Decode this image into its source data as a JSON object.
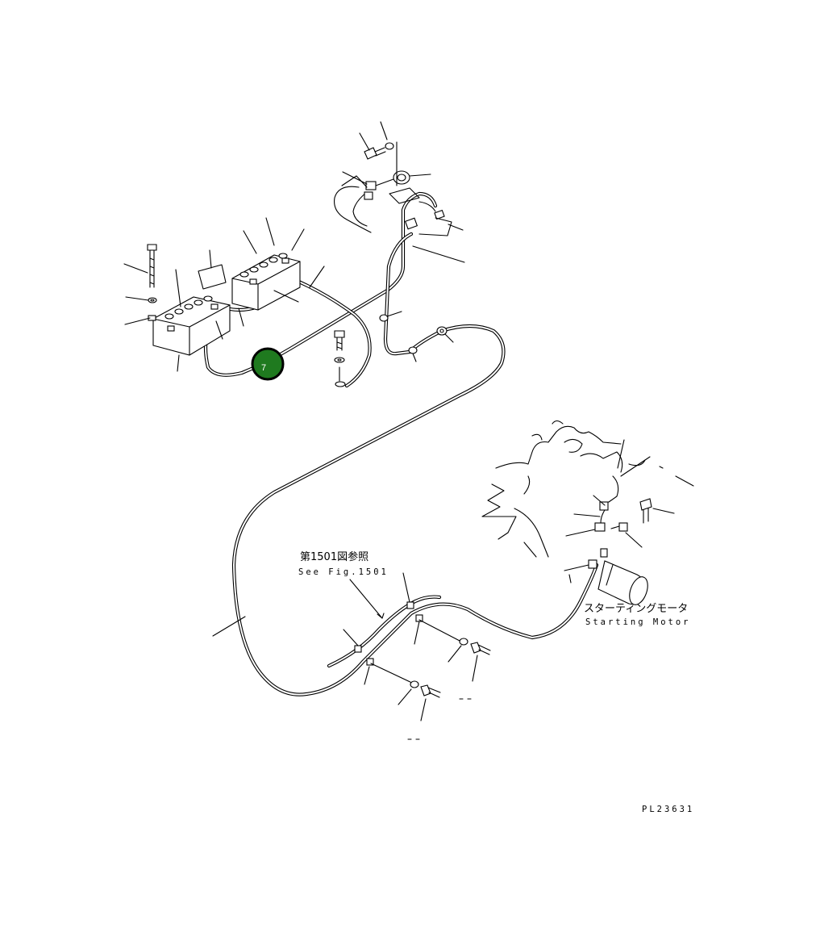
{
  "diagram": {
    "drawing_code": "PL23631",
    "reference_note": {
      "japanese": "第1501図参照",
      "english": "See Fig.1501"
    },
    "starting_motor": {
      "japanese": "スターティングモータ",
      "english": "Starting Motor"
    },
    "callout": {
      "number": "7",
      "color": "#1f7a1f"
    }
  }
}
